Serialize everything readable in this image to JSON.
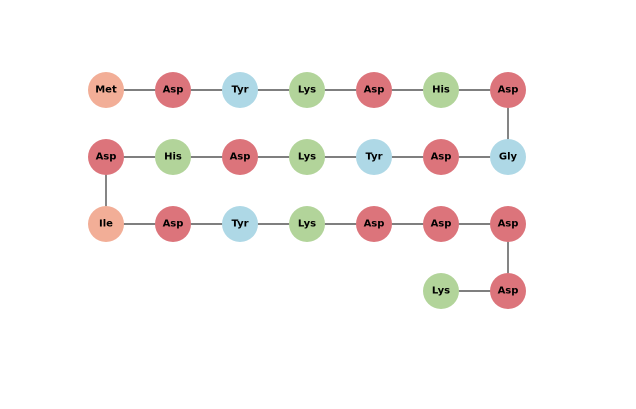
{
  "diagram": {
    "residues": [
      {
        "label": "Met",
        "type": "hydrophobic"
      },
      {
        "label": "Asp",
        "type": "acidic"
      },
      {
        "label": "Tyr",
        "type": "aromatic"
      },
      {
        "label": "Lys",
        "type": "basic"
      },
      {
        "label": "Asp",
        "type": "acidic"
      },
      {
        "label": "His",
        "type": "basic"
      },
      {
        "label": "Asp",
        "type": "acidic"
      },
      {
        "label": "Gly",
        "type": "aromatic"
      },
      {
        "label": "Asp",
        "type": "acidic"
      },
      {
        "label": "Tyr",
        "type": "aromatic"
      },
      {
        "label": "Lys",
        "type": "basic"
      },
      {
        "label": "Asp",
        "type": "acidic"
      },
      {
        "label": "His",
        "type": "basic"
      },
      {
        "label": "Asp",
        "type": "acidic"
      },
      {
        "label": "Ile",
        "type": "hydrophobic"
      },
      {
        "label": "Asp",
        "type": "acidic"
      },
      {
        "label": "Tyr",
        "type": "aromatic"
      },
      {
        "label": "Lys",
        "type": "basic"
      },
      {
        "label": "Asp",
        "type": "acidic"
      },
      {
        "label": "Asp",
        "type": "acidic"
      },
      {
        "label": "Asp",
        "type": "acidic"
      },
      {
        "label": "Asp",
        "type": "acidic"
      },
      {
        "label": "Lys",
        "type": "basic"
      }
    ],
    "colors": {
      "hydrophobic": "#f2ae97",
      "acidic": "#dc747b",
      "aromatic": "#aed8e6",
      "basic": "#b2d49a",
      "link": "#333333"
    }
  }
}
